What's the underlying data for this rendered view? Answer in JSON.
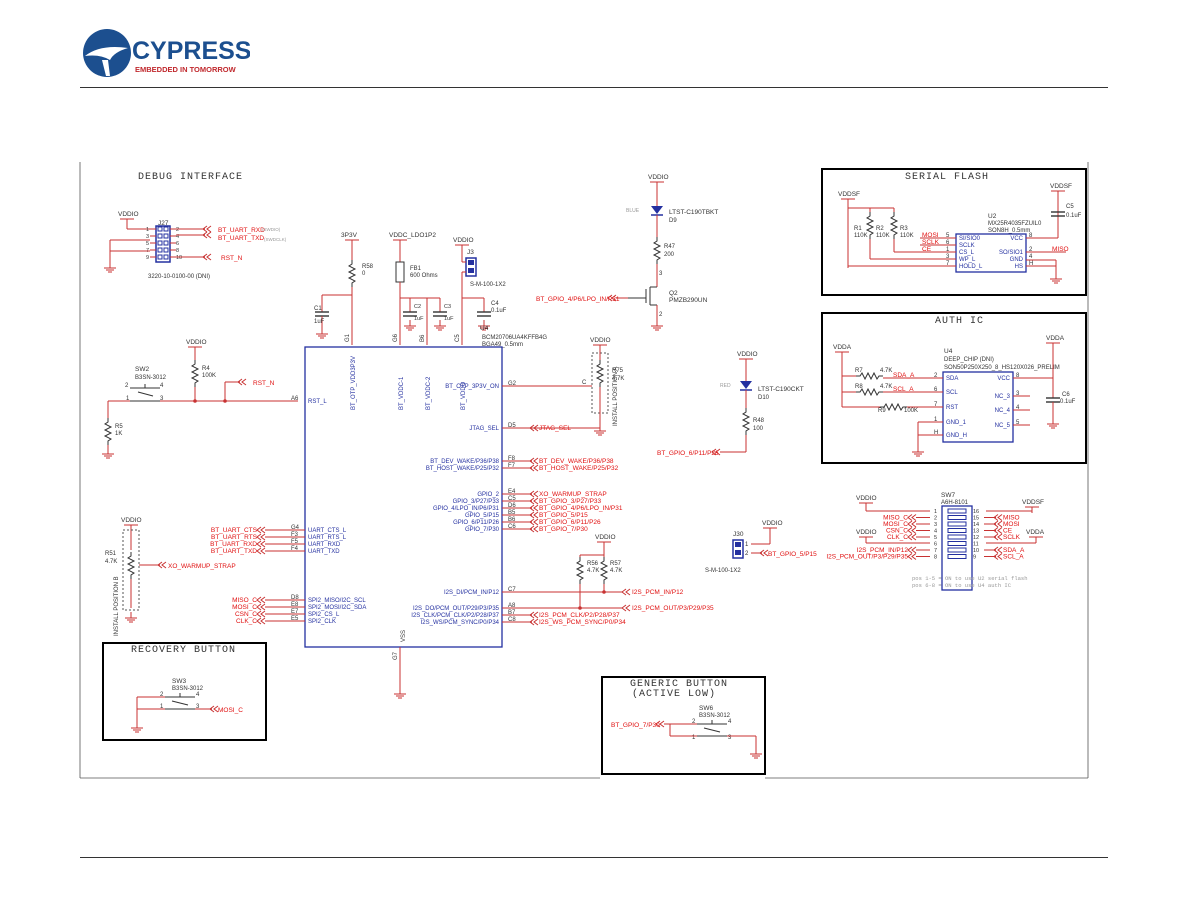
{
  "logo": {
    "brand": "CYPRESS",
    "tagline": "EMBEDDED IN TOMORROW"
  },
  "colors": {
    "wire": "#c83232",
    "net": "#e01010",
    "part": "#3040a0",
    "box": "#000000",
    "chip": "#2430a0"
  },
  "sections": {
    "debug": "DEBUG INTERFACE",
    "flash": "SERIAL FLASH",
    "auth": "AUTH IC",
    "recovery": "RECOVERY BUTTON",
    "generic1": "GENERIC BUTTON",
    "generic2": "(ACTIVE LOW)"
  },
  "j27": {
    "ref": "J27",
    "part": "3220-10-0100-00 (DNI)",
    "pins_left": [
      "1",
      "3",
      "5",
      "7",
      "9"
    ],
    "pins_right": [
      "2",
      "4",
      "6",
      "8",
      "10"
    ],
    "net_rxd": "BT_UART_RXD",
    "net_txd": "BT_UART_TXD",
    "net_rst": "RST_N",
    "note_rxd": "(SWDIO)",
    "note_txd": "(SWDCLK)",
    "vddio": "VDDIO"
  },
  "power": {
    "p3v3": "3P3V",
    "vddc": "VDDC_LDO1P2",
    "vddio": "VDDIO",
    "vddsf": "VDDSF",
    "vdda": "VDDA"
  },
  "r58": {
    "ref": "R58",
    "val": "0"
  },
  "fb1": {
    "ref": "FB1",
    "val": "600 Ohms"
  },
  "c1": {
    "ref": "C1",
    "val": "1uF"
  },
  "c2": {
    "ref": "C2",
    "val": "1uF"
  },
  "c3": {
    "ref": "C3",
    "val": "1uF"
  },
  "c4": {
    "ref": "C4",
    "val": "0.1uF"
  },
  "j3": {
    "ref": "J3",
    "part": "S-M-100-1X2",
    "p1": "1",
    "p2": "2"
  },
  "u4": {
    "ref": "U4",
    "part": "BCM20706UA4KFFB4G",
    "pkg": "BGA49_0.5mm"
  },
  "u4pins_top": [
    {
      "pin": "G1",
      "name": "BT_OTP_VDD3P3V"
    },
    {
      "pin": "G6",
      "name": "BT_VDDC-1"
    },
    {
      "pin": "B6",
      "name": "BT_VDDC-2"
    },
    {
      "pin": "C5",
      "name": "BT_VDDO"
    }
  ],
  "u4pins_left": [
    {
      "pin": "A6",
      "name": "RST_L"
    },
    {
      "pin": "G4",
      "name": "UART_CTS_L"
    },
    {
      "pin": "F3",
      "name": "UART_RTS_L"
    },
    {
      "pin": "F5",
      "name": "UART_RXD"
    },
    {
      "pin": "F4",
      "name": "UART_TXD"
    },
    {
      "pin": "D8",
      "name": "SPI2_MISO/I2C_SCL"
    },
    {
      "pin": "E8",
      "name": "SPI2_MOSI/I2C_SDA"
    },
    {
      "pin": "E7",
      "name": "SPI2_CS_L"
    },
    {
      "pin": "E5",
      "name": "SPI2_CLK"
    }
  ],
  "u4pins_right": [
    {
      "pin": "G2",
      "name": "BT_OTP_3P3V_ON"
    },
    {
      "pin": "D5",
      "name": "JTAG_SEL"
    },
    {
      "pin": "F8",
      "name": "BT_DEV_WAKE/P36/P38"
    },
    {
      "pin": "F7",
      "name": "BT_HOST_WAKE/P25/P32"
    },
    {
      "pin": "E4",
      "name": "GPIO_2"
    },
    {
      "pin": "C5",
      "name": "GPIO_3/P27/P33"
    },
    {
      "pin": "D6",
      "name": "GPIO_4/LPO_IN/P6/P31"
    },
    {
      "pin": "B5",
      "name": "GPIO_5/P15"
    },
    {
      "pin": "B6",
      "name": "GPIO_6/P11/P26"
    },
    {
      "pin": "C6",
      "name": "GPIO_7/P30"
    },
    {
      "pin": "C7",
      "name": "I2S_DI/PCM_IN/P12"
    },
    {
      "pin": "A8",
      "name": "I2S_DO/PCM_OUT/P29/P3/P35"
    },
    {
      "pin": "B7",
      "name": "I2S_CLK/PCM_CLK/P2/P28/P37"
    },
    {
      "pin": "C8",
      "name": "I2S_WS/PCM_SYNC/P0/P34"
    }
  ],
  "u4gnd": {
    "pin": "G7",
    "name": "VSS"
  },
  "nets_right": [
    "JTAG_SEL",
    "BT_DEV_WAKE/P36/P38",
    "BT_HOST_WAKE/P25/P32",
    "XO_WARMUP_STRAP",
    "BT_GPIO_3/P27/P33",
    "BT_GPIO_4/P6/LPO_IN/P31",
    "BT_GPIO_5/P15",
    "BT_GPIO_6/P11/P26",
    "BT_GPIO_7/P30",
    "I2S_PCM_IN/P12",
    "I2S_PCM_OUT/P3/P29/P35",
    "I2S_PCM_CLK/P2/P28/P37",
    "I2S_WS_PCM_SYNC/P0/P34"
  ],
  "nets_left": [
    "BT_UART_CTS",
    "BT_UART_RTS",
    "BT_UART_RXD",
    "BT_UART_TXD",
    "MISO_C",
    "MOSI_C",
    "CSN_C",
    "CLK_C"
  ],
  "sw2": {
    "ref": "SW2",
    "part": "B3SN-3012"
  },
  "r4": {
    "ref": "R4",
    "val": "100K"
  },
  "r5": {
    "ref": "R5",
    "val": "1K"
  },
  "rst_net": "RST_N",
  "r51": {
    "ref": "R51",
    "val": "4.7K",
    "note": "INSTALL POSITION B"
  },
  "xo_net": "XO_WARMUP_STRAP",
  "r75": {
    "ref": "R75",
    "val": "4.7K",
    "note": "INSTALL POSITION A"
  },
  "r56": {
    "ref": "R56",
    "val": "4.7K"
  },
  "r57": {
    "ref": "R57",
    "val": "4.7K"
  },
  "d9": {
    "ref": "D9",
    "part": "LTST-C190TBKT",
    "note": "BLUE"
  },
  "r47": {
    "ref": "R47",
    "val": "200"
  },
  "q2": {
    "ref": "Q2",
    "part": "PMZB290UN"
  },
  "gpio4_net": "BT_GPIO_4/P6/LPO_IN/P31",
  "d10": {
    "ref": "D10",
    "part": "LTST-C190CKT",
    "note": "RED"
  },
  "r48": {
    "ref": "R48",
    "val": "100"
  },
  "gpio6_net": "BT_GPIO_6/P11/P26",
  "j30": {
    "ref": "J30",
    "part": "S-M-100-1X2",
    "net": "BT_GPIO_5/P15"
  },
  "flash": {
    "u2": "U2",
    "part": "MX25R4035FZUIL0",
    "pkg": "SON8H_0.5mm",
    "r1": "R1",
    "r2": "R2",
    "r3": "R3",
    "rval": "110K",
    "c5": "C5",
    "c5val": "0.1uF",
    "pins": [
      {
        "n": "5",
        "name": "SI/SIO0",
        "net": "MOSI"
      },
      {
        "n": "6",
        "name": "SCLK",
        "net": "SCLK"
      },
      {
        "n": "1",
        "name": "CS_L",
        "net": "CE"
      },
      {
        "n": "3",
        "name": "WP_L",
        "net": ""
      },
      {
        "n": "7",
        "name": "HOLD_L",
        "net": ""
      }
    ],
    "rpins": [
      {
        "n": "8",
        "name": "VCC",
        "net": ""
      },
      {
        "n": "2",
        "name": "SO/SIO1",
        "net": "MISO"
      },
      {
        "n": "4",
        "name": "GND",
        "net": ""
      },
      {
        "n": "H",
        "name": "HS",
        "net": ""
      }
    ]
  },
  "auth": {
    "u4": "U4",
    "part": "DEEP_CHIP (DNI)",
    "pkg": "SON50P250X250_8_HS120X026_PRELIM",
    "r7": "R7",
    "r8": "R8",
    "r9": "R9",
    "rval": "4.7K",
    "r9val": "100K",
    "c6": "C6",
    "c6val": "0.1uF",
    "pins": [
      {
        "n": "2",
        "name": "SDA",
        "net": "SDA_A"
      },
      {
        "n": "6",
        "name": "SCL",
        "net": "SCL_A"
      },
      {
        "n": "7",
        "name": "RST",
        "net": ""
      },
      {
        "n": "1",
        "name": "GND_1",
        "net": ""
      },
      {
        "n": "H",
        "name": "GND_H",
        "net": ""
      }
    ],
    "rpins": [
      {
        "n": "8",
        "name": "VCC"
      },
      {
        "n": "3",
        "name": "NC_3"
      },
      {
        "n": "4",
        "name": "NC_4"
      },
      {
        "n": "5",
        "name": "NC_5"
      }
    ]
  },
  "sw7": {
    "ref": "SW7",
    "part": "A6H-8101",
    "pins_left": [
      "1",
      "2",
      "3",
      "4",
      "5",
      "6",
      "7",
      "8"
    ],
    "pins_right": [
      "16",
      "15",
      "14",
      "13",
      "12",
      "11",
      "10",
      "9"
    ],
    "nets_left": [
      "",
      "MISO_C",
      "MOSI_C",
      "CSN_C",
      "CLK_C",
      "",
      "I2S_PCM_IN/P12",
      "I2S_PCM_OUT/P3/P29/P35"
    ],
    "nets_right": [
      "",
      "MISO",
      "MOSI",
      "CE",
      "SCLK",
      "",
      "SDA_A",
      "SCL_A"
    ],
    "vddio": "VDDIO",
    "vddsf": "VDDSF",
    "vdda": "VDDA",
    "note1": "pos 1-5 = ON to use U2 serial flash",
    "note2": "pos 6-8 = ON to use U4 auth IC"
  },
  "sw3": {
    "ref": "SW3",
    "part": "B3SN-3012",
    "net": "MOSI_C"
  },
  "sw6": {
    "ref": "SW6",
    "part": "B3SN-3012",
    "net": "BT_GPIO_7/P30"
  }
}
